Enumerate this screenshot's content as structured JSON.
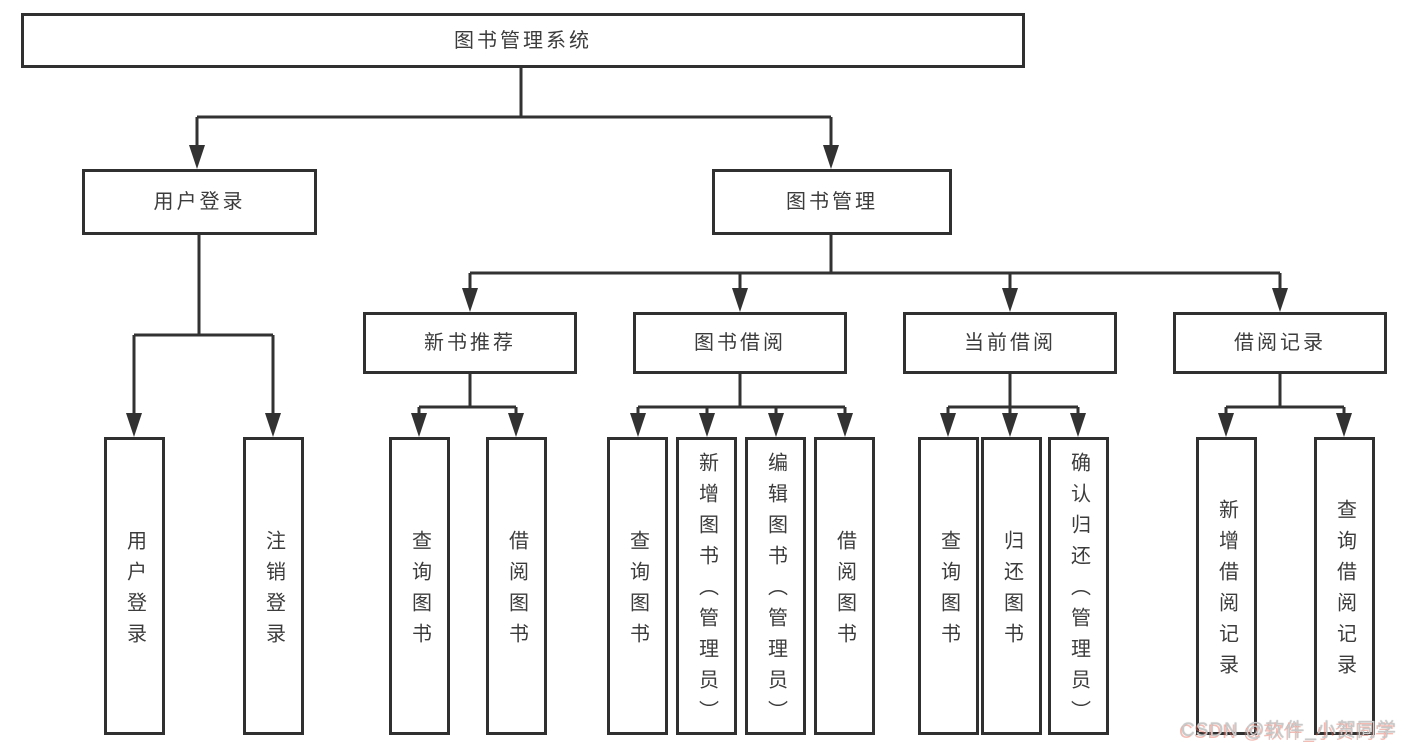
{
  "diagram": {
    "type": "hierarchy-tree",
    "colors": {
      "line": "#323232",
      "box_border": "#303030",
      "text": "#3c3c3c",
      "background": "#ffffff",
      "watermark_gray": "#c9c9c9",
      "watermark_red": "#e56a58"
    },
    "tree": {
      "label": "图书管理系统",
      "children": [
        {
          "label": "用户登录",
          "children": [
            {
              "label": "用户登录"
            },
            {
              "label": "注销登录"
            }
          ]
        },
        {
          "label": "图书管理",
          "children": [
            {
              "label": "新书推荐",
              "children": [
                {
                  "label": "查询图书"
                },
                {
                  "label": "借阅图书"
                }
              ]
            },
            {
              "label": "图书借阅",
              "children": [
                {
                  "label": "查询图书"
                },
                {
                  "label": "新增图书（管理员）"
                },
                {
                  "label": "编辑图书（管理员）"
                },
                {
                  "label": "借阅图书"
                }
              ]
            },
            {
              "label": "当前借阅",
              "children": [
                {
                  "label": "查询图书"
                },
                {
                  "label": "归还图书"
                },
                {
                  "label": "确认归还（管理员）"
                }
              ]
            },
            {
              "label": "借阅记录",
              "children": [
                {
                  "label": "新增借阅记录"
                },
                {
                  "label": "查询借阅记录"
                }
              ]
            }
          ]
        }
      ]
    },
    "watermark": {
      "text": "CSDN @软件_小贺同学"
    }
  }
}
